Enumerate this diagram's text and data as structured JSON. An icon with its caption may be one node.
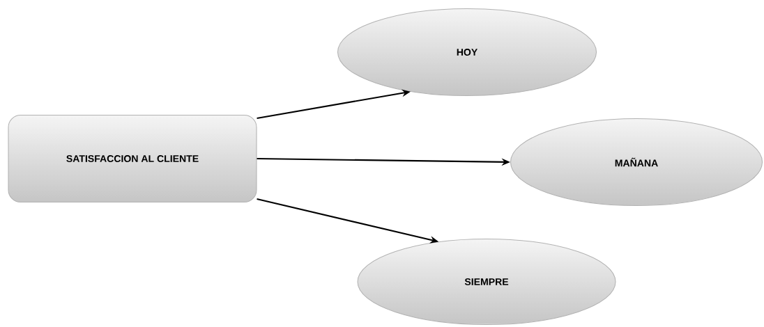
{
  "diagram": {
    "nodes": [
      {
        "text": [
          "SATISFACCION AL CLIENTE"
        ]
      },
      {
        "text": [
          "HOY"
        ]
      },
      {
        "text": [
          "MAÑANA"
        ]
      },
      {
        "text": [
          "SIEMPRE"
        ]
      }
    ],
    "edges": [
      {
        "from": 0,
        "to": 1,
        "arrow": "to"
      },
      {
        "from": 0,
        "to": 2,
        "arrow": "to"
      },
      {
        "from": 0,
        "to": 3,
        "arrow": "to"
      }
    ]
  }
}
